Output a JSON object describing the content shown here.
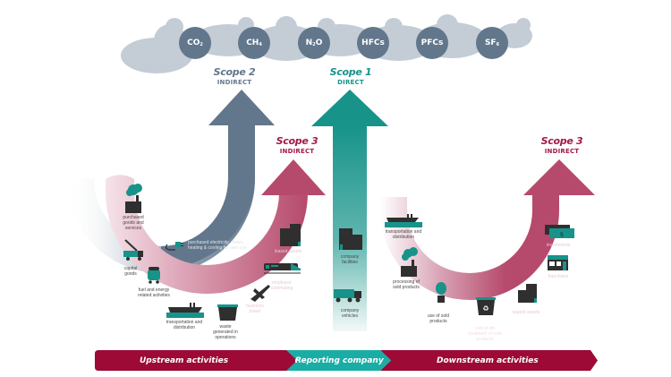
{
  "gases": [
    {
      "name": "co2-gas",
      "base": "CO",
      "sub": "2"
    },
    {
      "name": "ch4-gas",
      "base": "CH",
      "sub": "4"
    },
    {
      "name": "n2o-gas",
      "base": "N",
      "sub": "2",
      "tail": "O"
    },
    {
      "name": "hfcs-gas",
      "base": "HFCs",
      "sub": ""
    },
    {
      "name": "pfcs-gas",
      "base": "PFCs",
      "sub": ""
    },
    {
      "name": "sf6-gas",
      "base": "SF",
      "sub": "6"
    }
  ],
  "scopes": {
    "scope2": {
      "title": "Scope 2",
      "subtitle": "INDIRECT",
      "color": "#62778c"
    },
    "scope1": {
      "title": "Scope 1",
      "subtitle": "DIRECT",
      "color": "#17938a"
    },
    "scope3_upstream": {
      "title": "Scope 3",
      "subtitle": "INDIRECT",
      "color": "#a3194b"
    },
    "scope3_downstream": {
      "title": "Scope 3",
      "subtitle": "INDIRECT",
      "color": "#a3194b"
    }
  },
  "upstream": {
    "purchased_goods": "purchased goods and services",
    "capital_goods": "capital goods",
    "fuel_energy": "fuel and energy related activities",
    "transportation": "transportation and distribution",
    "waste": "waste generated in operations",
    "business_travel": "business travel",
    "employee_commuting": "employee commuting",
    "leased_assets": "leased assets"
  },
  "scope2_item": "purchased electricity, steam, heating & cooling for own use",
  "scope1_items": {
    "facilities": "company facilities",
    "vehicles": "company vehicles"
  },
  "downstream": {
    "transportation": "transportation and distribution",
    "processing": "processing of sold products",
    "use": "use of sold products",
    "end_of_life": "end-of-life treatment of sold products",
    "leased_assets": "leased assets",
    "franchises": "franchises",
    "investments": "investments"
  },
  "band": {
    "upstream": "Upstream activities",
    "reporting": "Reporting company",
    "downstream": "Downstream activities"
  },
  "colors": {
    "slate": "#62778c",
    "cloud": "#c4ccd6",
    "teal": "#17938a",
    "magenta": "#b64a6c",
    "crimson": "#9c0a35",
    "band_teal": "#19ada5"
  }
}
